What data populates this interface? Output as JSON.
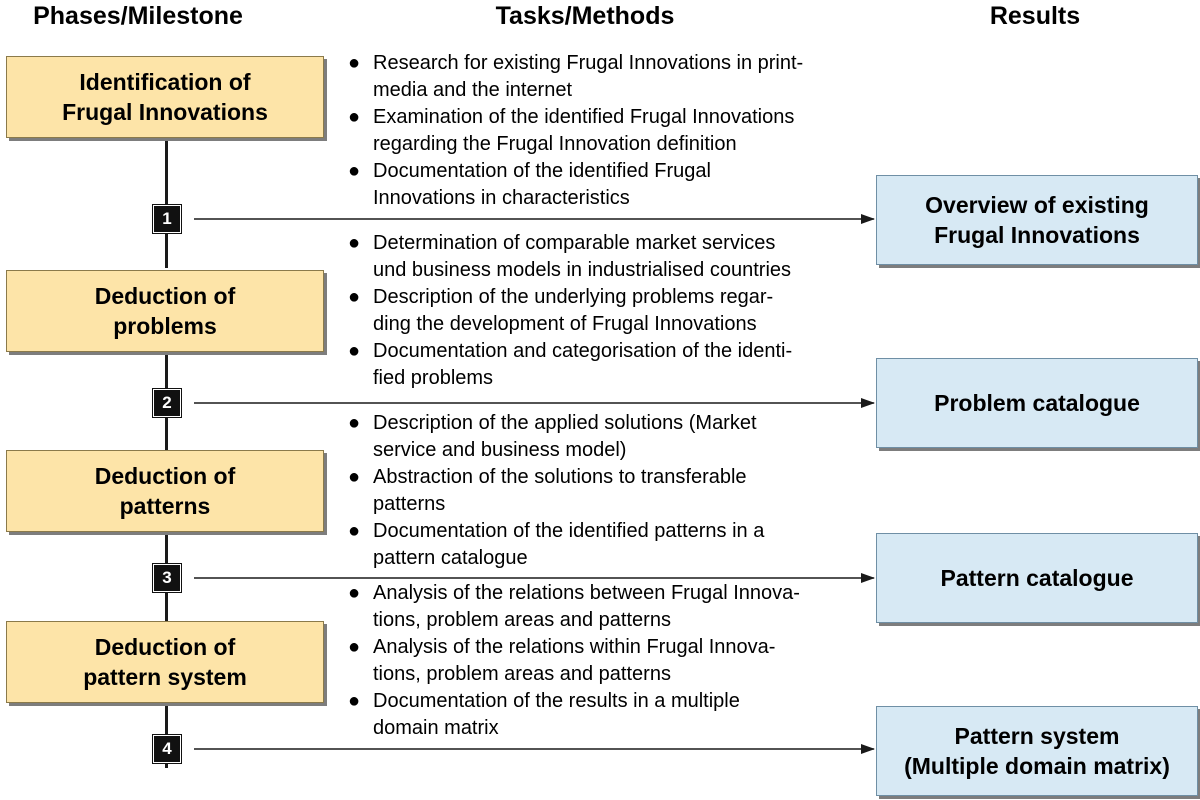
{
  "headers": {
    "phases": "Phases/Milestone",
    "tasks": "Tasks/Methods",
    "results": "Results"
  },
  "colors": {
    "phase_fill": "#fde4a8",
    "result_fill": "#d7e9f4",
    "line": "#1a1a1a",
    "milestone_fill": "#111111"
  },
  "phases": [
    {
      "line1": "Identification of",
      "line2": "Frugal Innovations"
    },
    {
      "line1": "Deduction of",
      "line2": "problems"
    },
    {
      "line1": "Deduction of",
      "line2": "patterns"
    },
    {
      "line1": "Deduction of",
      "line2": "pattern system"
    }
  ],
  "milestones": [
    "1",
    "2",
    "3",
    "4"
  ],
  "tasks": [
    {
      "items": [
        {
          "bullet": "●",
          "line1": "Research for existing Frugal Innovations in print-",
          "line2": "media and the internet"
        },
        {
          "bullet": "●",
          "line1": "Examination of the identified Frugal Innovations",
          "line2": "regarding the Frugal Innovation definition"
        },
        {
          "bullet": "●",
          "line1": "Documentation of the identified Frugal",
          "line2": "Innovations in characteristics"
        }
      ]
    },
    {
      "items": [
        {
          "bullet": "●",
          "line1": "Determination of comparable market services",
          "line2": "und business models in industrialised countries"
        },
        {
          "bullet": "●",
          "line1": "Description of the underlying problems regar-",
          "line2": "ding the development of Frugal Innovations"
        },
        {
          "bullet": "●",
          "line1": "Documentation and categorisation of the identi-",
          "line2": "fied problems"
        }
      ]
    },
    {
      "items": [
        {
          "bullet": "●",
          "line1": "Description of the applied solutions (Market",
          "line2": "service and business model)"
        },
        {
          "bullet": "●",
          "line1": "Abstraction of the solutions to transferable",
          "line2": "patterns"
        },
        {
          "bullet": "●",
          "line1": "Documentation of the identified patterns in a",
          "line2": "pattern catalogue"
        }
      ]
    },
    {
      "items": [
        {
          "bullet": "●",
          "line1": "Analysis of the relations between Frugal Innova-",
          "line2": "tions, problem areas and patterns"
        },
        {
          "bullet": "●",
          "line1": "Analysis of the relations within Frugal Innova-",
          "line2": "tions, problem areas and patterns"
        },
        {
          "bullet": "●",
          "line1": "Documentation of the results in a multiple",
          "line2": "domain matrix"
        }
      ]
    }
  ],
  "results": [
    {
      "line1": "Overview of existing",
      "line2": "Frugal Innovations"
    },
    {
      "line1": "Problem catalogue",
      "line2": ""
    },
    {
      "line1": "Pattern catalogue",
      "line2": ""
    },
    {
      "line1": "Pattern system",
      "line2": "(Multiple domain matrix)"
    }
  ]
}
